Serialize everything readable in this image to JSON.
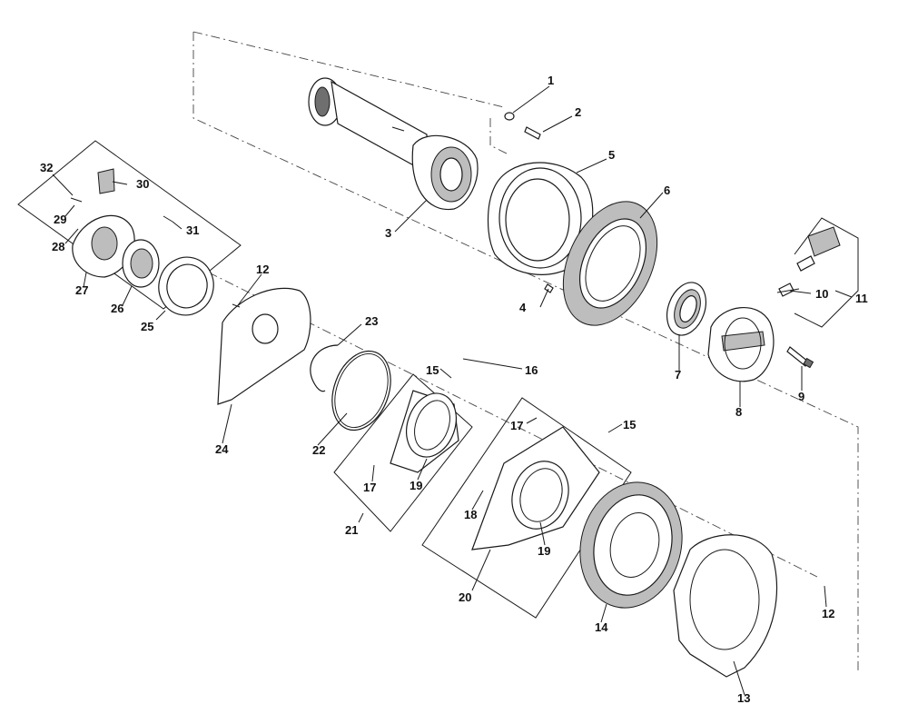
{
  "callouts": [
    "1",
    "2",
    "3",
    "4",
    "5",
    "6",
    "7",
    "8",
    "9",
    "10",
    "11",
    "12",
    "12",
    "13",
    "14",
    "15",
    "15",
    "16",
    "17",
    "17",
    "18",
    "19",
    "19",
    "20",
    "21",
    "22",
    "23",
    "24",
    "25",
    "26",
    "27",
    "28",
    "29",
    "30",
    "31",
    "32"
  ],
  "colors": {
    "line": "#1a1a1a",
    "shade": "#bdbdbd",
    "dark": "#6f6f6f",
    "background": "#ffffff"
  }
}
